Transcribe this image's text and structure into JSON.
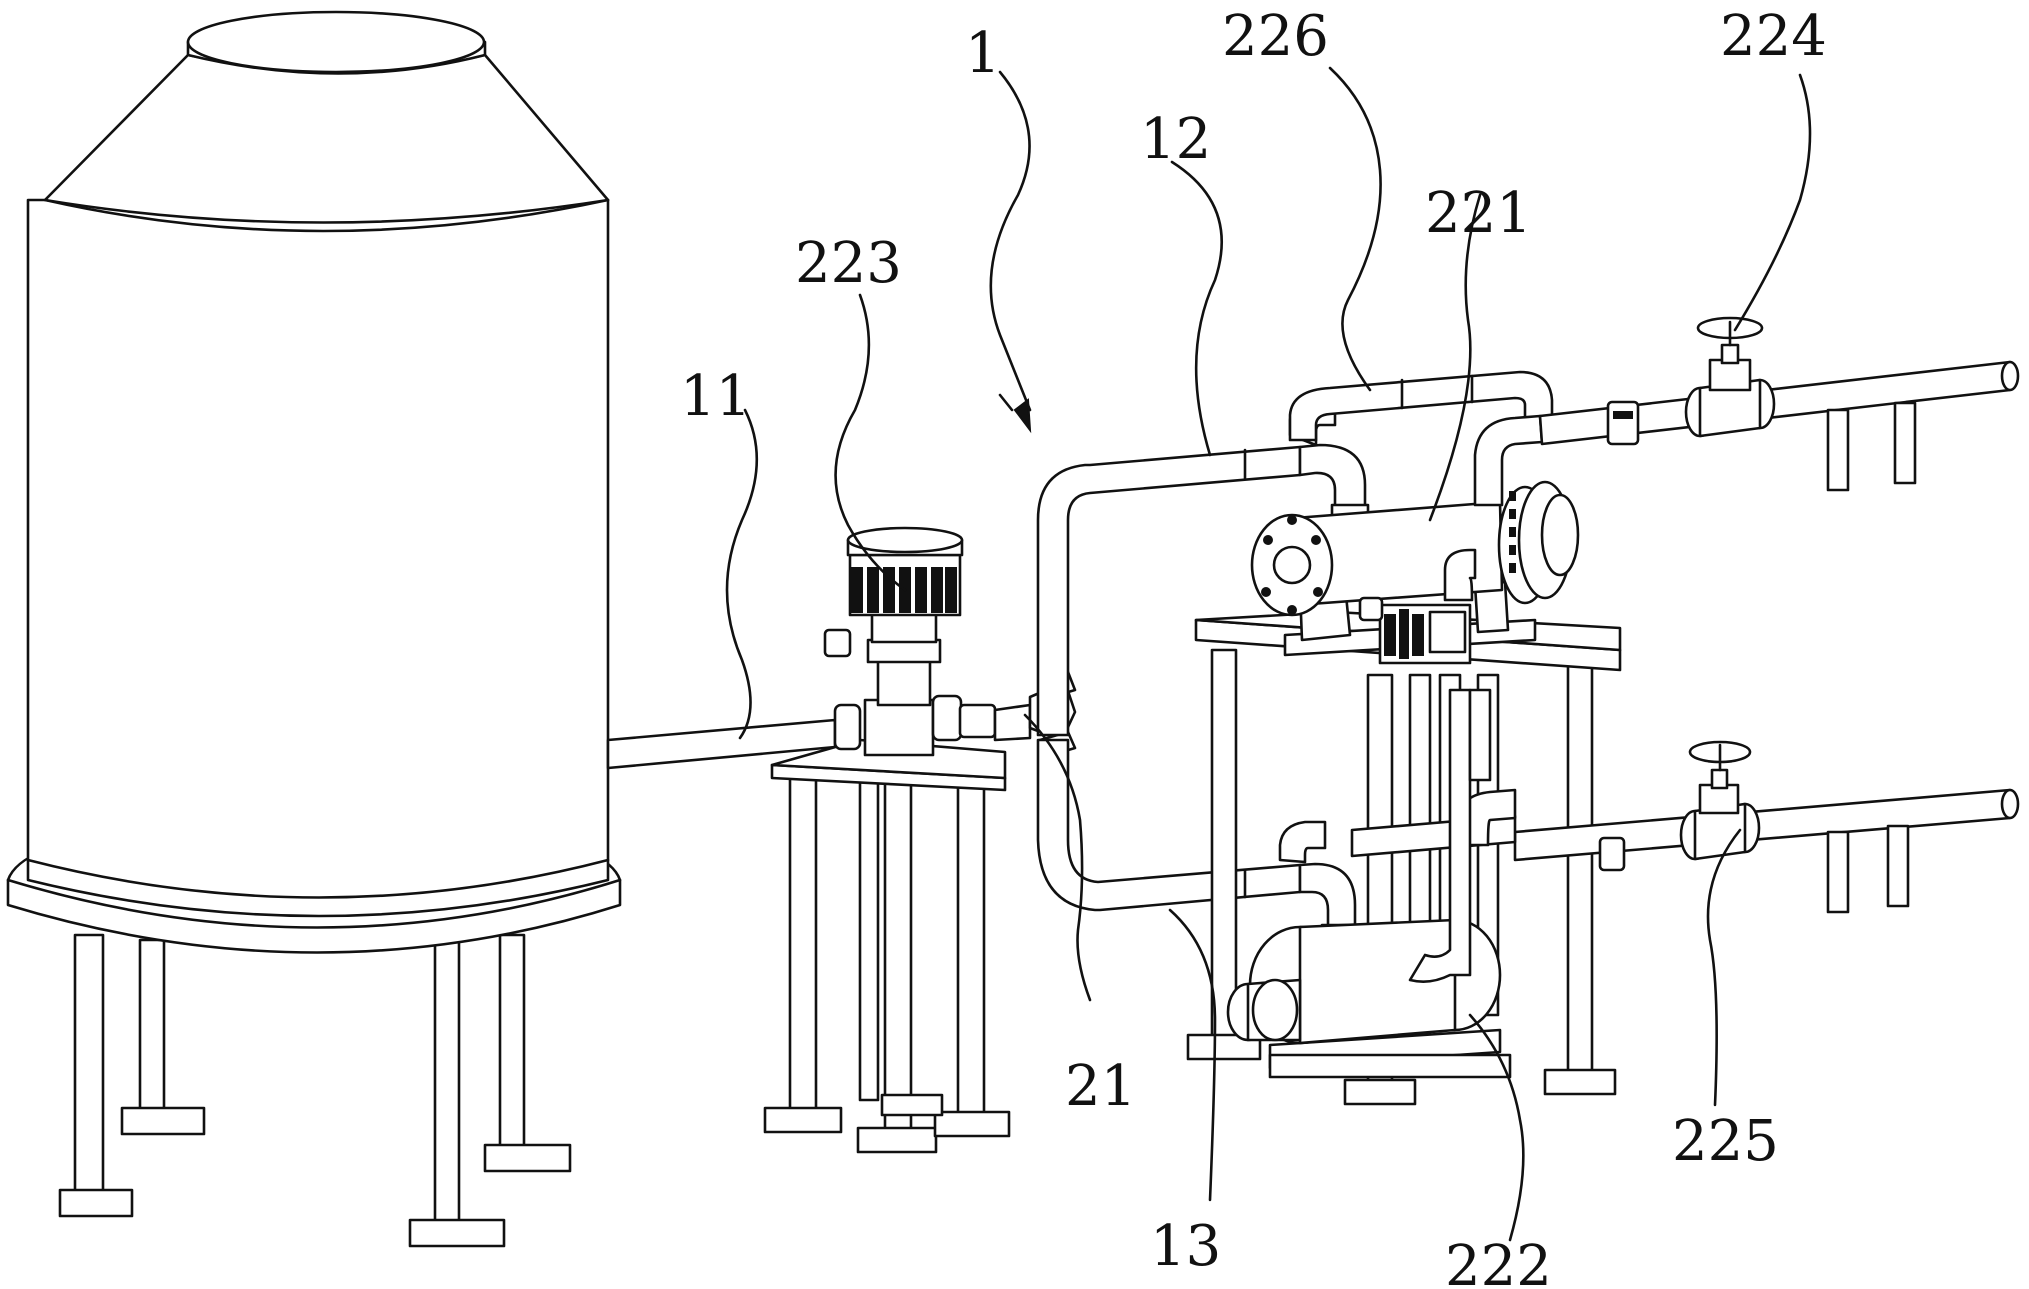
{
  "colors": {
    "line": "#111111",
    "background": "#ffffff"
  },
  "labels": {
    "l1": "1",
    "l11": "11",
    "l12": "12",
    "l13": "13",
    "l21": "21",
    "l221": "221",
    "l222": "222",
    "l223": "223",
    "l224": "224",
    "l225": "225",
    "l226": "226"
  }
}
